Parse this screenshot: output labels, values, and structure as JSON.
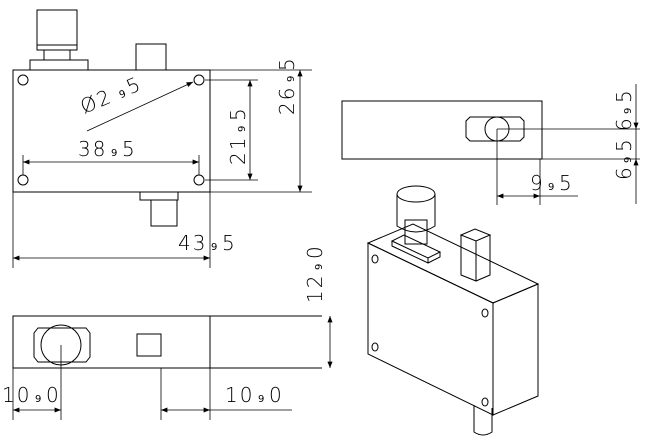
{
  "drawing": {
    "front_view": {
      "hole_diameter": {
        "symbol": "Ø",
        "value_int": "2",
        "value_dec": "5"
      },
      "hole_spacing_h": {
        "value_int": "38",
        "value_dec": "5"
      },
      "hole_spacing_v": {
        "value_int": "21",
        "value_dec": "5"
      },
      "height": {
        "value_int": "26",
        "value_dec": "5"
      },
      "width": {
        "value_int": "43",
        "value_dec": "5"
      }
    },
    "side_view": {
      "offset": {
        "value_int": "9",
        "value_dec": "5"
      },
      "slot_height": {
        "value_int": "6",
        "value_dec": "5"
      }
    },
    "bottom_view": {
      "depth": {
        "value_int": "12",
        "value_dec": "0"
      },
      "knob_offset": {
        "value_int": "10",
        "value_dec": "0"
      },
      "post_offset": {
        "value_int": "10",
        "value_dec": "0"
      }
    },
    "decimal_separator": "9"
  }
}
